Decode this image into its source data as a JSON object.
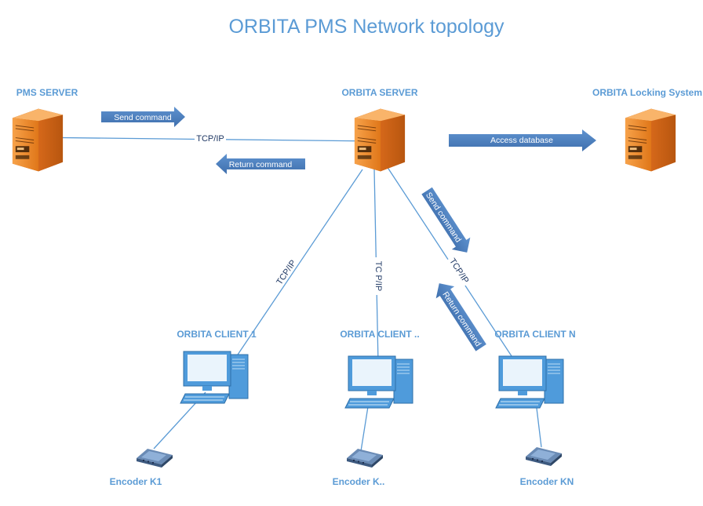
{
  "title": "ORBITA PMS  Network topology",
  "nodes": {
    "pms_server": "PMS SERVER",
    "orbita_server": "ORBITA SERVER",
    "locking_system": "ORBITA Locking System",
    "client_1": "ORBITA CLIENT 1",
    "client_mid": "ORBITA CLIENT ..",
    "client_n": "ORBITA CLIENT N",
    "encoder_1": "Encoder K1",
    "encoder_mid": "Encoder K..",
    "encoder_n": "Encoder KN"
  },
  "links": {
    "pms_tcp": "TCP/IP",
    "client1_tcp": "TCP/IP",
    "clientmid_tcp": "TC P/IP",
    "clientn_tcp": "TCP/IP"
  },
  "arrows": {
    "send_command_top": "Send command",
    "return_command_top": "Return command",
    "access_database": "Access database",
    "send_command_diag": "Send command",
    "return_command_diag": "Return command"
  },
  "colors": {
    "accent": "#5b9bd5",
    "arrow_fill": "#4a7fc1",
    "server_orange": "#ec8a2c",
    "monitor_blue": "#4f9bdb"
  }
}
